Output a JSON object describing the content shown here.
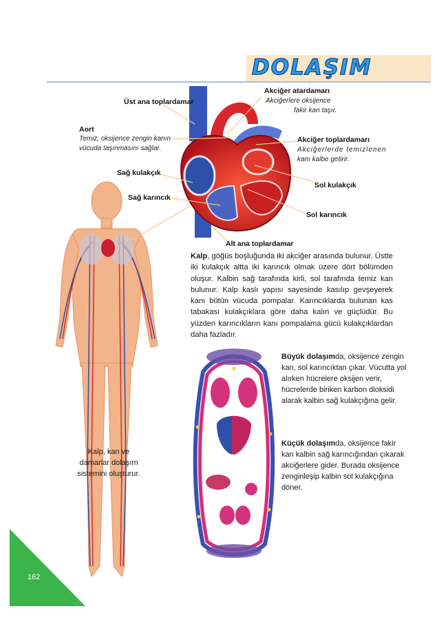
{
  "header": {
    "title": "DOLAŞIM"
  },
  "heart_labels": {
    "ust_ana_toplardamar": "Üst ana toplardamar",
    "akciger_atardamari": "Akciğer atardamarı",
    "akciger_atardamari_desc_1": "Akciğerlere oksijence",
    "akciger_atardamari_desc_2": "fakir kan taşır.",
    "aort": "Aort",
    "aort_desc_1": "Temiz, oksijence zengin kanın",
    "aort_desc_2": "vücuda taşınmasını sağlar.",
    "akciger_toplardamari": "Akciğer toplardamarı",
    "akciger_toplardamari_desc_1": "Akciğerlerde temizlenen",
    "akciger_toplardamari_desc_2": "kanı kalbe getirir.",
    "sag_kulakcik": "Sağ kulakçık",
    "sol_kulakcik": "Sol kulakçık",
    "sag_karincik": "Sağ karıncık",
    "sol_karincik": "Sol karıncık",
    "alt_ana_toplardamar": "Alt ana toplardamar"
  },
  "main_paragraph": {
    "bold_lead": "Kalp",
    "text": ", göğüs boşluğunda iki akciğer arasında bulunur. Üstte iki kulakçık altta iki karıncık olmak üzere dört bölümden oluşur. Kalbin sağ tarafında kirli, sol tarafında temiz kan bulunur. Kalp kaslı yapısı sayesinde kasılıp gevşeyerek kanı bütün vücuda pompalar. Karıncıklarda bulunan kas tabakası kulakçıklara göre daha kalın ve güçlüdür. Bu yüzden karıncıkların kanı pompalama gücü kulakçıklardan daha fazladır."
  },
  "buyuk_dolasim": {
    "bold_lead": "Büyük dolaşım",
    "text": "da, oksijence zengin kan, sol karıncıktan çıkar. Vücutta yol alırken hücrelere oksijen verir, hücrelerde biriken karbon dioksidi alarak kalbin sağ kulakçığına gelir."
  },
  "kucuk_dolasim": {
    "bold_lead": "Küçük dolaşım",
    "text": "da, oksijence fakir kan kalbin sağ karıncığından çıkarak akciğerlere gider. Burada oksijence zenginleşip kalbin sol kulakçığına döner."
  },
  "body_caption": {
    "line1": "Kalp, kan ve",
    "line2": "damarlar dolaşım",
    "line3": "sistemini oluşturur."
  },
  "footer": {
    "page_number": "162"
  },
  "colors": {
    "title_blue": "#2b9be0",
    "band": "#fbe6c8",
    "corner_green": "#3bb44a",
    "artery_red": "#d92a2a",
    "vein_blue": "#2f4fa8"
  }
}
